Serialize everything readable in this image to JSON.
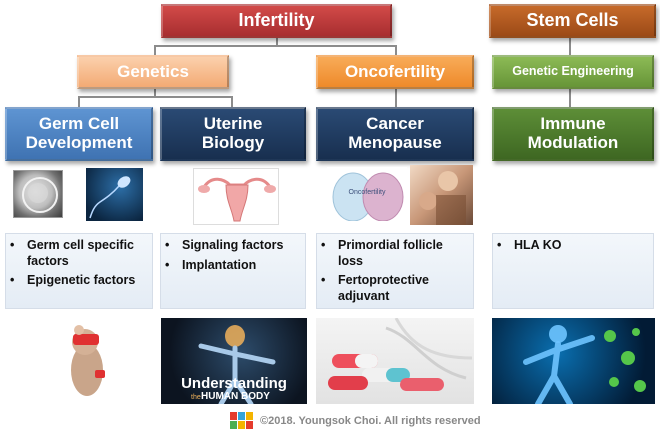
{
  "title": "Infertility",
  "stem_title": "Stem Cells",
  "categories": {
    "genetics": "Genetics",
    "oncofertility": "Oncofertility",
    "genetic_engineering": "Genetic Engineering"
  },
  "topics": {
    "germ_cell": "Germ Cell\nDevelopment",
    "uterine": "Uterine\nBiology",
    "cancer": "Cancer\nMenopause",
    "immune": "Immune\nModulation"
  },
  "bullets": {
    "col1": [
      "Germ cell specific factors",
      "Epigenetic factors"
    ],
    "col2": [
      "Signaling factors",
      "Implantation"
    ],
    "col3": [
      "Primordial follicle loss",
      "Fertoprotective adjuvant"
    ],
    "col4": [
      "HLA KO"
    ]
  },
  "bullet_symbol": "•",
  "images": {
    "egg_caption": "Oncofertility",
    "poster_title_big": "Understanding",
    "poster_title_the": "the",
    "poster_title_small": "HUMAN BODY"
  },
  "footer": {
    "copyright": "©2018. Youngsok Choi. All rights reserved"
  },
  "colors": {
    "infertility": "#c0393b",
    "stem": "#b55a1e",
    "genetics": "#f7b98b",
    "oncofertility": "#f49a3e",
    "genetic_engineering": "#79a845",
    "germ_cell": "#4f86c6",
    "dark_navy": "#1f3a5e",
    "immune": "#4e7a2e"
  }
}
